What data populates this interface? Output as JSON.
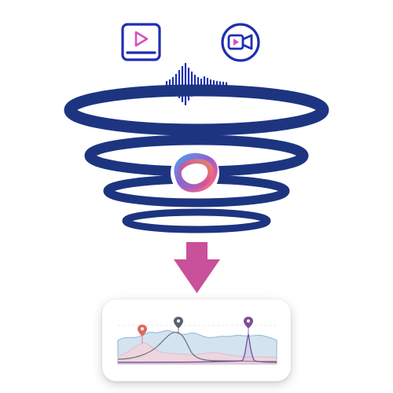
{
  "colors": {
    "navy": "#1d3580",
    "media_blue": "#1f2fb0",
    "media_pink": "#d84fc0",
    "arrow": "#c9509a",
    "pin_red": "#e0685c",
    "pin_gray": "#5a6070",
    "pin_purple": "#7a4f98",
    "wave_blue": "#8fbbd8",
    "wave_pink": "#e6b4c4",
    "wave_gray": "#6f6e7c",
    "wave_purple": "#7a5a9a"
  },
  "icons": {
    "video_file": "video-file-icon",
    "video_camera": "video-camera-icon",
    "audio_waveform": "audio-waveform-icon",
    "funnel": "funnel-vortex-icon",
    "logo": "gradient-blob-logo",
    "arrow": "down-arrow-icon",
    "pins": [
      "map-pin-icon",
      "map-pin-icon",
      "map-pin-icon"
    ]
  },
  "timeline_card": {
    "series": [
      {
        "color_key": "wave_blue",
        "style": "filled"
      },
      {
        "color_key": "wave_pink",
        "style": "filled"
      },
      {
        "color_key": "wave_gray",
        "style": "line"
      },
      {
        "color_key": "wave_purple",
        "style": "line"
      }
    ],
    "markers": 3
  }
}
